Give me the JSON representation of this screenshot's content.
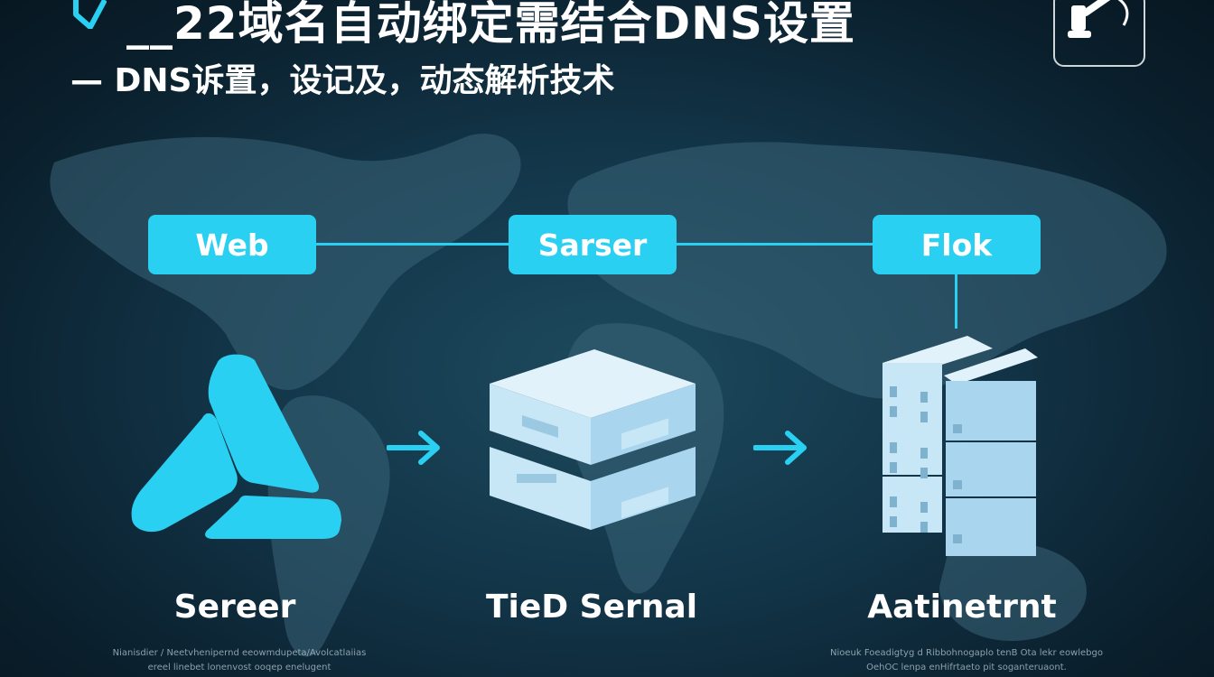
{
  "header": {
    "title": "__22域名自动绑定需结合DNS设置",
    "subtitle": "— DNS诉置，设记及，动态解析技术",
    "title_icon": "shield-icon",
    "corner_icon": "robot-arm-icon"
  },
  "diagram": {
    "top_nodes": [
      {
        "label": "Web"
      },
      {
        "label": "Sarser"
      },
      {
        "label": "Flok"
      }
    ],
    "bottom_nodes": [
      {
        "label": "Sereer",
        "icon": "triangle-logo-icon"
      },
      {
        "label": "TieD Sernal",
        "icon": "server-stack-icon"
      },
      {
        "label": "Aatinetrnt",
        "icon": "server-cluster-icon"
      }
    ],
    "arrows": [
      "arrow-right-icon",
      "arrow-right-icon"
    ],
    "captions": {
      "left": [
        "Nianisdier / Neetvhenipernd  eeowmdupeta/Avolcatlaiias",
        "ereel linebet lonenvost ooqep enelugent"
      ],
      "right": [
        "Nioeuk Foeadigtyg d Ribbohnogaplo  tenB Ota lekr eowlebgo",
        "OehOC lenpa enHifrtaeto pit soganteruaont."
      ]
    },
    "colors": {
      "accent": "#2ad0f2",
      "server_face": "#c7e6f6",
      "server_side": "#9fd0ea",
      "bg_dark": "#0a1f2c"
    }
  }
}
